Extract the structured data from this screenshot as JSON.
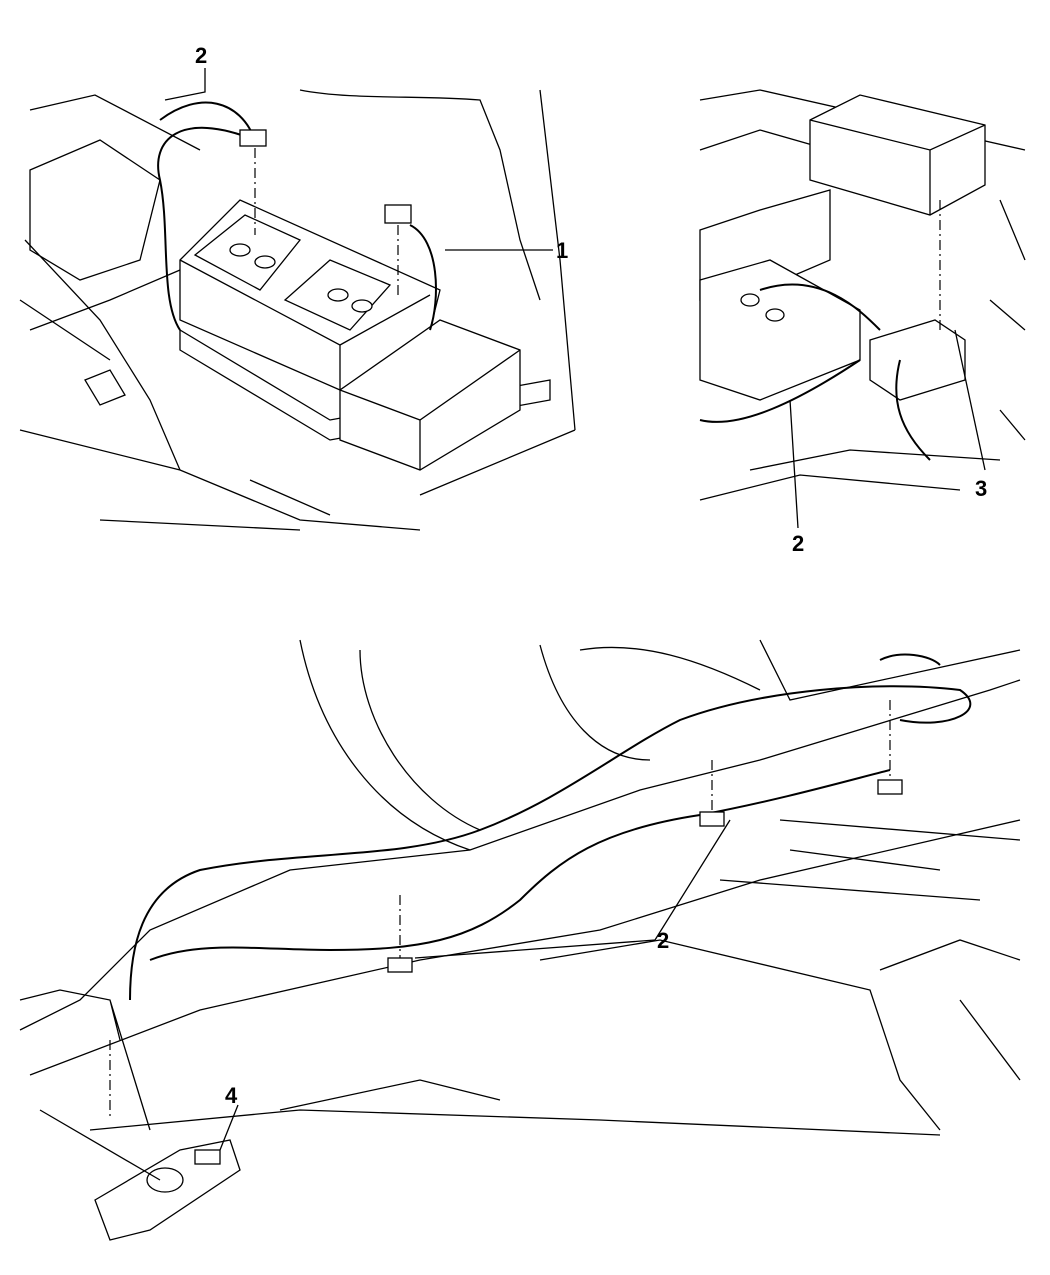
{
  "diagram": {
    "callouts": [
      {
        "id": "callout-2-top-left",
        "label": "2"
      },
      {
        "id": "callout-1",
        "label": "1"
      },
      {
        "id": "callout-2-top-right",
        "label": "2"
      },
      {
        "id": "callout-3",
        "label": "3"
      },
      {
        "id": "callout-2-bottom",
        "label": "2"
      },
      {
        "id": "callout-4",
        "label": "4"
      }
    ],
    "colors": {
      "line": "#000000",
      "background": "#ffffff"
    }
  }
}
